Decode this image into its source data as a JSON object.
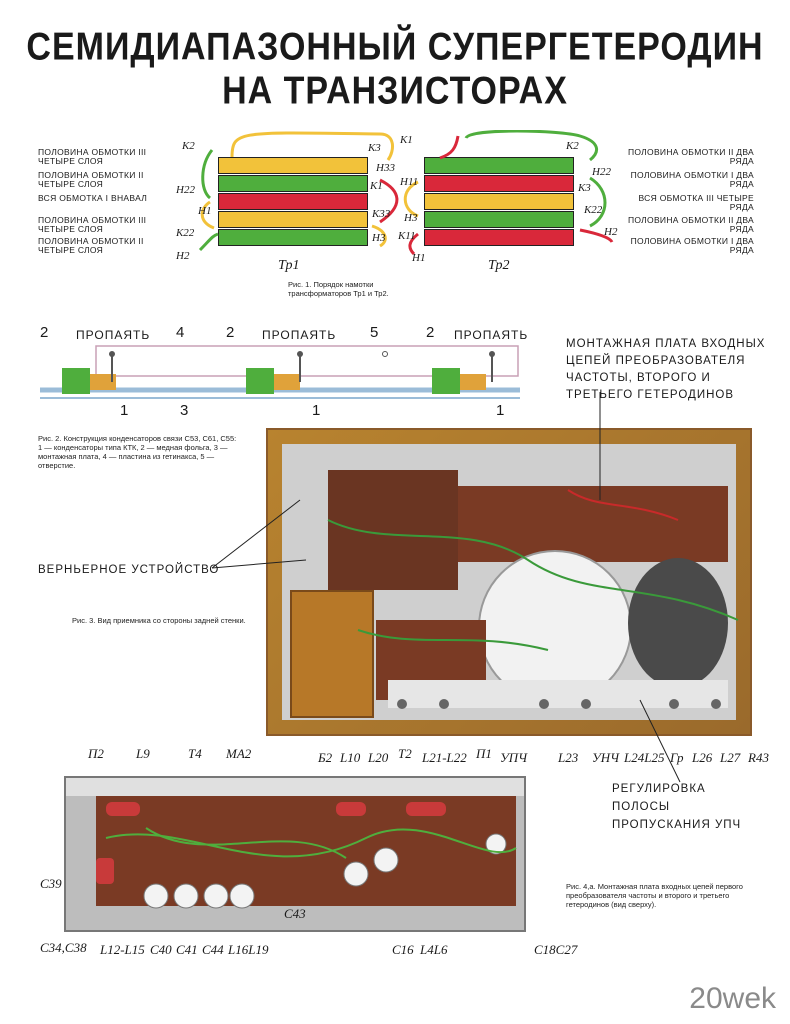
{
  "title": {
    "line1": "СЕМИДИАПАЗОННЫЙ СУПЕРГЕТЕРОДИН",
    "line2": "НА ТРАНЗИСТОРАХ"
  },
  "fig1": {
    "left_labels": [
      "ПОЛОВИНА ОБМОТКИ III ЧЕТЫРЕ СЛОЯ",
      "ПОЛОВИНА ОБМОТКИ II ЧЕТЫРЕ СЛОЯ",
      "ВСЯ ОБМОТКА I ВНАВАЛ",
      "ПОЛОВИНА ОБМОТКИ III ЧЕТЫРЕ СЛОЯ",
      "ПОЛОВИНА ОБМОТКИ II ЧЕТЫРЕ СЛОЯ"
    ],
    "right_labels": [
      "ПОЛОВИНА ОБМОТКИ II ДВА РЯДА",
      "ПОЛОВИНА ОБМОТКИ I ДВА РЯДА",
      "ВСЯ ОБМОТКА III ЧЕТЫРЕ РЯДА",
      "ПОЛОВИНА ОБМОТКИ II ДВА РЯДА",
      "ПОЛОВИНА ОБМОТКИ I ДВА РЯДА"
    ],
    "tr1": "Тр1",
    "tr2": "Тр2",
    "terminals_left": [
      "К2",
      "Н22",
      "Н1",
      "К22",
      "Н2",
      "К3",
      "Н33",
      "К1",
      "К33",
      "Н3"
    ],
    "terminals_right": [
      "К1",
      "Н11",
      "Н3",
      "К11",
      "Н1",
      "К2",
      "Н22",
      "К3",
      "К22",
      "Н2"
    ],
    "caption": "Рис. 1. Порядок намотки трансформаторов Тр1 и Тр2."
  },
  "fig2": {
    "solder": [
      "ПРОПАЯТЬ",
      "ПРОПАЯТЬ",
      "ПРОПАЯТЬ"
    ],
    "numbers_top": [
      "2",
      "4",
      "2",
      "5",
      "2"
    ],
    "numbers_bottom": [
      "1",
      "3",
      "1",
      "1"
    ],
    "caption": "Рис. 2. Конструкция конденсаторов связи С53, С61, С55: 1 — конденсаторы типа КТК, 2 — медная фольга, 3 — монтажная плата, 4 — пластина из гетинакса, 5 — отверстие."
  },
  "fig3": {
    "board_note": "МОНТАЖНАЯ ПЛАТА ВХОДНЫХ ЦЕПЕЙ ПРЕОБРАЗОВАТЕЛЯ ЧАСТОТЫ, ВТОРОГО И ТРЕТЬЕГО ГЕТЕРОДИНОВ",
    "vernier": "ВЕРНЬЕРНОЕ УСТРОЙСТВО",
    "caption": "Рис. 3. Вид приемника со стороны задней стенки.",
    "bottom_labels": [
      "Б2",
      "L20",
      "L21-L22",
      "УПЧ",
      "L23",
      "УНЧ",
      "L24L25",
      "Гр",
      "L26",
      "L27",
      "R43"
    ],
    "ifbw": "РЕГУЛИРОВКА ПОЛОСЫ ПРОПУСКАНИЯ УПЧ"
  },
  "fig4": {
    "top_labels": [
      "П2",
      "L9",
      "Т4",
      "МА2",
      "L10",
      "Т2",
      "П1"
    ],
    "side_labels": [
      "С39",
      "С43",
      "С34,С38"
    ],
    "bottom_labels": [
      "L12-L15",
      "С40",
      "С41",
      "С44",
      "L16L19",
      "С16",
      "L4L6",
      "С18С27"
    ],
    "caption": "Рис. 4,а. Монтажная плата входных цепей первого преобразователя частоты и второго и третьего гетеродинов (вид сверху)."
  },
  "watermark": "20wek",
  "colors": {
    "yellow": "#f2c23a",
    "green": "#4fae3d",
    "red": "#d9283a",
    "wood": "#8a5a2a"
  }
}
